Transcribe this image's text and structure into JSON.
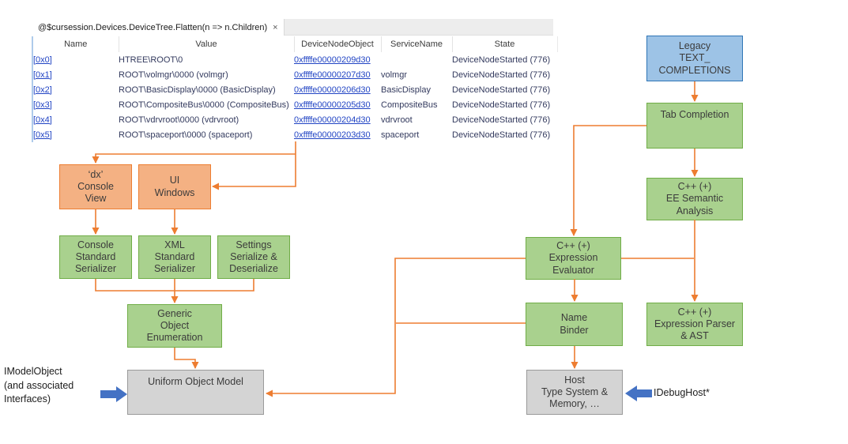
{
  "tab": {
    "title": "@$cursession.Devices.DeviceTree.Flatten(n => n.Children)",
    "close_label": "×"
  },
  "table": {
    "columns": [
      "Name",
      "Value",
      "DeviceNodeObject",
      "ServiceName",
      "State"
    ],
    "rows": [
      {
        "name": "[0x0]",
        "value": "HTREE\\ROOT\\0",
        "object": "0xffffe00000209d30",
        "service": "",
        "state": "DeviceNodeStarted (776)"
      },
      {
        "name": "[0x1]",
        "value": "ROOT\\volmgr\\0000 (volmgr)",
        "object": "0xffffe00000207d30",
        "service": "volmgr",
        "state": "DeviceNodeStarted (776)"
      },
      {
        "name": "[0x2]",
        "value": "ROOT\\BasicDisplay\\0000 (BasicDisplay)",
        "object": "0xffffe00000206d30",
        "service": "BasicDisplay",
        "state": "DeviceNodeStarted (776)"
      },
      {
        "name": "[0x3]",
        "value": "ROOT\\CompositeBus\\0000 (CompositeBus)",
        "object": "0xffffe00000205d30",
        "service": "CompositeBus",
        "state": "DeviceNodeStarted (776)"
      },
      {
        "name": "[0x4]",
        "value": "ROOT\\vdrvroot\\0000 (vdrvroot)",
        "object": "0xffffe00000204d30",
        "service": "vdrvroot",
        "state": "DeviceNodeStarted (776)"
      },
      {
        "name": "[0x5]",
        "value": "ROOT\\spaceport\\0000 (spaceport)",
        "object": "0xffffe00000203d30",
        "service": "spaceport",
        "state": "DeviceNodeStarted (776)"
      }
    ]
  },
  "nodes": {
    "legacy": {
      "label": "Legacy\nTEXT_\nCOMPLETIONS"
    },
    "tab_completion": {
      "label": "Tab Completion"
    },
    "ee_semantic": {
      "label": "C++ (+)\nEE Semantic\nAnalysis"
    },
    "expr_eval": {
      "label": "C++ (+)\nExpression\nEvaluator"
    },
    "name_binder": {
      "label": "Name\nBinder"
    },
    "expr_parser": {
      "label": "C++ (+)\nExpression Parser\n& AST"
    },
    "host": {
      "label": "Host\nType System &\nMemory, …"
    },
    "dx_console": {
      "label": "‘dx’\nConsole\nView"
    },
    "ui_windows": {
      "label": "UI\nWindows"
    },
    "console_serializer": {
      "label": "Console\nStandard\nSerializer"
    },
    "xml_serializer": {
      "label": "XML\nStandard\nSerializer"
    },
    "settings_serializer": {
      "label": "Settings\nSerialize &\nDeserialize"
    },
    "generic_enum": {
      "label": "Generic\nObject\nEnumeration"
    },
    "uom": {
      "label": "Uniform Object Model"
    }
  },
  "annotations": {
    "imodelobject": "IModelObject\n(and associated\nInterfaces)",
    "idebughost": "IDebugHost*"
  },
  "colors": {
    "green_fill": "#a9d18e",
    "green_border": "#70ad47",
    "salmon_fill": "#f4b183",
    "salmon_border": "#ed7d31",
    "blue_fill": "#9dc3e6",
    "blue_border": "#2e75b6",
    "gray_fill": "#d4d4d4",
    "gray_border": "#9a9a9a",
    "connector": "#ed7d31",
    "fat_arrow": "#4472c4",
    "link": "#2144c4",
    "table_text": "#333a5e"
  }
}
